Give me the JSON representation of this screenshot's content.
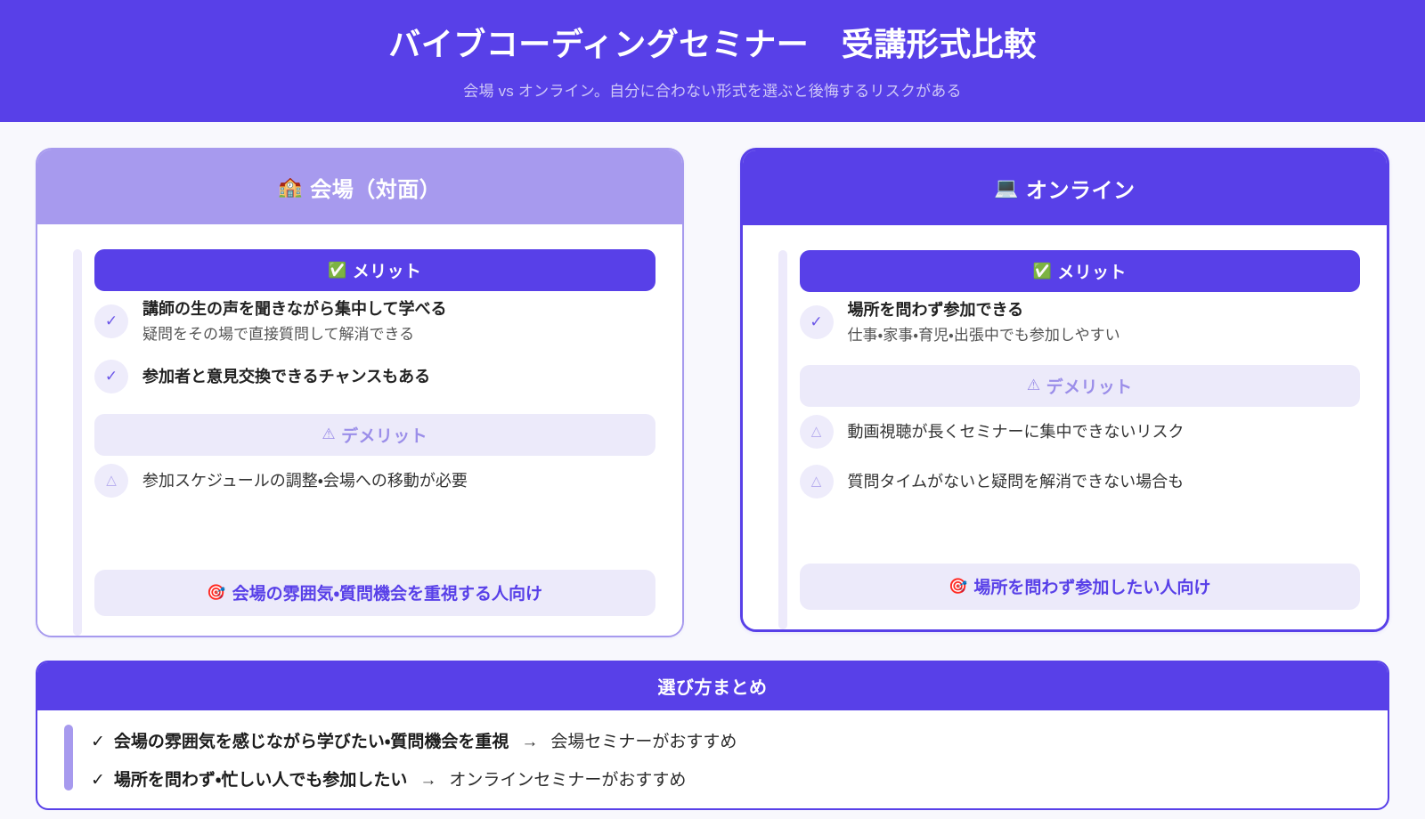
{
  "header": {
    "title": "バイブコーディングセミナー　受講形式比較",
    "subtitle": "会場 vs オンライン。自分に合わない形式を選ぶと後悔するリスクがある",
    "bg_color": "#5840e8"
  },
  "colors": {
    "accent": "#5840e8",
    "accent_light": "#a79aee",
    "panel_light": "#eceafa",
    "page_bg": "#f8f8fd"
  },
  "cards": [
    {
      "id": "venue",
      "icon": "school-building-icon",
      "icon_glyph": "🏫",
      "title": "会場（対面）",
      "merit_section": {
        "icon": "check-mark-button-icon",
        "icon_glyph": "✅",
        "label": "メリット"
      },
      "merits": [
        {
          "badge": "check-icon",
          "badge_glyph": "✓",
          "title": "講師の生の声を聞きながら集中して学べる",
          "sub": "疑問をその場で直接質問して解消できる"
        },
        {
          "badge": "check-icon",
          "badge_glyph": "✓",
          "title": "参加者と意見交換できるチャンスもある",
          "sub": ""
        }
      ],
      "demerit_section": {
        "icon": "warning-triangle-icon",
        "icon_glyph": "⚠",
        "label": "デメリット"
      },
      "demerits": [
        {
          "badge": "warning-triangle-icon",
          "badge_glyph": "△",
          "title": "参加スケジュールの調整・会場への移動が必要",
          "sub": ""
        }
      ],
      "recommendation": {
        "icon": "direct-hit-icon",
        "icon_glyph": "🎯",
        "label": "会場の雰囲気・質問機会を重視する人向け"
      }
    },
    {
      "id": "online",
      "icon": "laptop-icon",
      "icon_glyph": "💻",
      "title": "オンライン",
      "merit_section": {
        "icon": "check-mark-button-icon",
        "icon_glyph": "✅",
        "label": "メリット"
      },
      "merits": [
        {
          "badge": "check-icon",
          "badge_glyph": "✓",
          "title": "場所を問わず参加できる",
          "sub": "仕事・家事・育児・出張中でも参加しやすい"
        }
      ],
      "demerit_section": {
        "icon": "warning-triangle-icon",
        "icon_glyph": "⚠",
        "label": "デメリット"
      },
      "demerits": [
        {
          "badge": "warning-triangle-icon",
          "badge_glyph": "△",
          "title": "動画視聴が長くセミナーに集中できないリスク",
          "sub": ""
        },
        {
          "badge": "warning-triangle-icon",
          "badge_glyph": "△",
          "title": "質問タイムがないと疑問を解消できない場合も",
          "sub": ""
        }
      ],
      "recommendation": {
        "icon": "direct-hit-icon",
        "icon_glyph": "🎯",
        "label": "場所を問わず参加したい人向け"
      }
    }
  ],
  "summary": {
    "title": "選び方まとめ",
    "lines": [
      {
        "check_glyph": "✓",
        "condition": "会場の雰囲気を感じながら学びたい・質問機会を重視",
        "arrow": "→",
        "result": "会場セミナーがおすすめ"
      },
      {
        "check_glyph": "✓",
        "condition": "場所を問わず・忙しい人でも参加したい",
        "arrow": "→",
        "result": "オンラインセミナーがおすすめ"
      }
    ]
  }
}
